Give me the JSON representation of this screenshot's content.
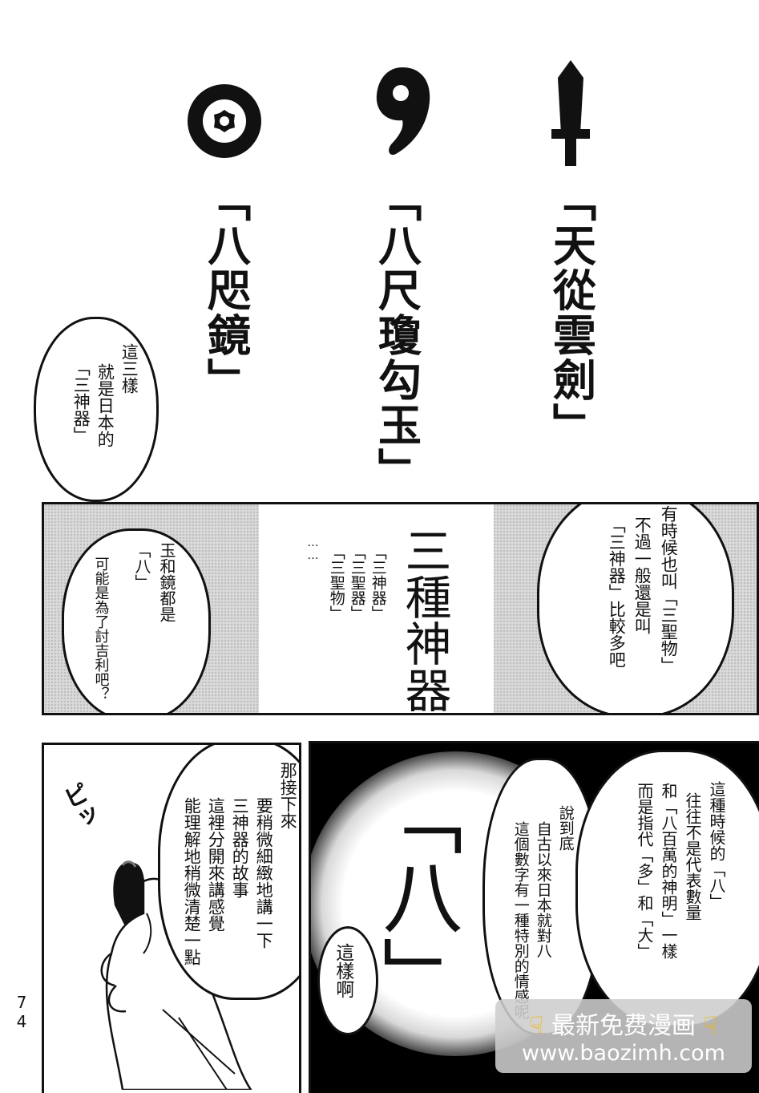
{
  "top_section": {
    "item1": "「天從雲劍」",
    "item2": "「八尺瓊勾玉」",
    "item3": "「八咫鏡」",
    "bubble_lines": [
      "這三樣",
      "就是日本的",
      "「三神器」"
    ]
  },
  "middle_panel": {
    "title": "三種神器",
    "names": [
      "「三神器」",
      "「三聖器」",
      "「三聖物」"
    ],
    "dots": "……",
    "left_bubble": [
      "玉和鏡都是",
      "「八」",
      "可能是為了討吉利吧？"
    ],
    "right_bubble": [
      "有時候也叫「三聖物」",
      "不過一般還是叫",
      "「三神器」比較多吧"
    ]
  },
  "bottom_left_panel": {
    "sfx": "ピッ",
    "bubble_lines": [
      "那接下來",
      "要稍微細緻地講一下",
      "三神器的故事",
      "這裡分開來講感覺",
      "能理解地稍微清楚一點"
    ]
  },
  "bottom_right_panel": {
    "hachi": "「八」",
    "bubble_lines": [
      "這種時候的「八」",
      "往往不是代表數量",
      "和「八百萬的神明」一樣",
      "而是指代「多」和「大」"
    ],
    "bubble2_lines": [
      "說到底",
      "自古以來日本就對八",
      "這個數字有一種特別的情感呢"
    ],
    "small_bubble": "這樣啊"
  },
  "page_number": "74",
  "watermark": {
    "title": "最新免费漫画",
    "url": "www.baozimh.com"
  }
}
